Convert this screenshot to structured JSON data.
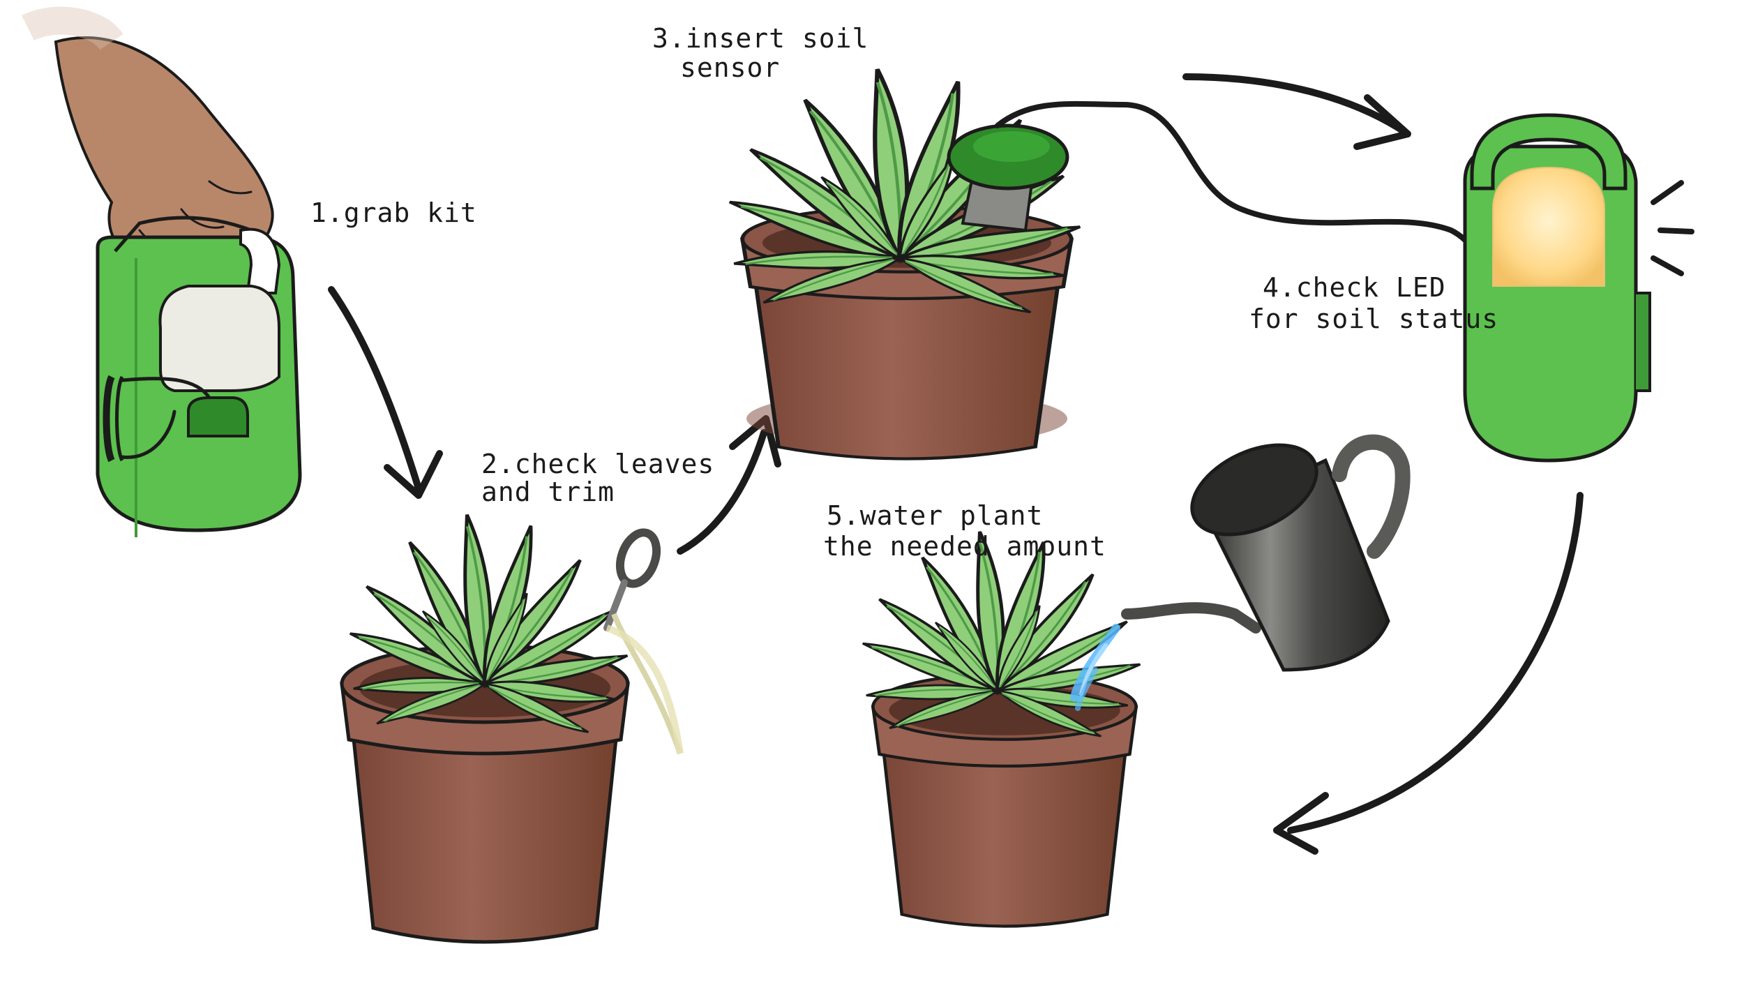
{
  "steps": [
    {
      "number": "1.",
      "line1": "grab kit",
      "line2": ""
    },
    {
      "number": "2.",
      "line1": "check leaves",
      "line2": "and trim"
    },
    {
      "number": "3.",
      "line1": "insert soil",
      "line2": "sensor"
    },
    {
      "number": "4.",
      "line1": "check LED",
      "line2": "for soil status"
    },
    {
      "number": "5.",
      "line1": "water plant",
      "line2": "the needed amount"
    }
  ],
  "colors": {
    "kit_green": "#5cc14e",
    "kit_green_dark": "#3f9b38",
    "leaf_green": "#8fcf7a",
    "leaf_dark": "#4f9a46",
    "pot_brown": "#8b5547",
    "pot_rim": "#9a6353",
    "skin": "#b8876a",
    "led_glow": "#ffd98a",
    "water_blue": "#58b8ff",
    "can_gray": "#4a4a48",
    "ink": "#1b1b1b"
  },
  "icons": [
    "hand-icon",
    "sensor-kit-icon",
    "plant-pot-icon",
    "scissors-icon",
    "soil-sensor-icon",
    "led-light-icon",
    "watering-can-icon",
    "water-drops-icon",
    "arrow-icon"
  ]
}
